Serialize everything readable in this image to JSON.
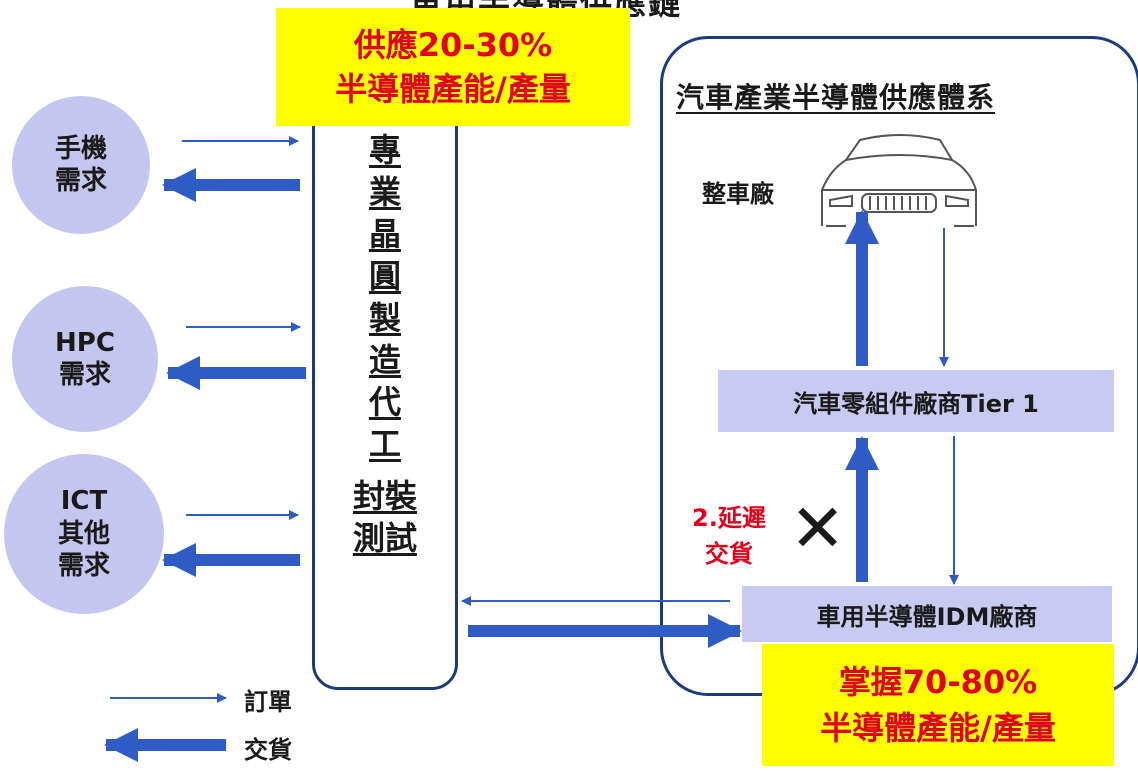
{
  "title_partial": "車用半導體供應鏈",
  "foundry": {
    "supply_line1": "供應20-30%",
    "supply_line2": "半導體產能/產量",
    "chars": [
      "專",
      "業",
      "晶",
      "圓",
      "製",
      "造",
      "代",
      "工"
    ],
    "chars2": [
      "封裝",
      "測試"
    ]
  },
  "demands": [
    {
      "label": "手機\n需求"
    },
    {
      "label": "HPC\n需求"
    },
    {
      "label": "ICT\n其他\n需求"
    }
  ],
  "auto": {
    "system_title": "汽車產業半導體供應體系",
    "oem_label": "整車廠",
    "tier1_label": "汽車零組件廠商Tier 1",
    "idm_label": "車用半導體IDM廠商",
    "delay_line1": "2.延遲",
    "delay_line2": "交貨",
    "delay_mark": "✕",
    "share_line1": "掌握70-80%",
    "share_line2": "半導體產能/產量"
  },
  "legend": {
    "order_label": "訂單",
    "delivery_label": "交貨"
  },
  "colors": {
    "arrow": "#2f5cc4",
    "highlight": "#ffff00",
    "alert": "#e0001b",
    "node": "#c9caf2"
  }
}
